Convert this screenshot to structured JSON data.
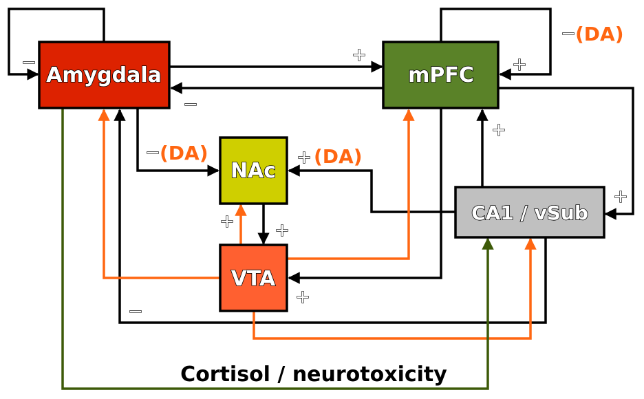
{
  "nodes": {
    "amygdala": {
      "label": "Amygdala",
      "color": "#dd2200"
    },
    "mpfc": {
      "label": "mPFC",
      "color": "#5a8228"
    },
    "nac": {
      "label": "NAc",
      "color": "#cfcf00"
    },
    "vta": {
      "label": "VTA",
      "color": "#ff6030"
    },
    "ca1": {
      "label": "CA1 / vSub",
      "color": "#c0c0c0"
    }
  },
  "edge_colors": {
    "neural": "#000000",
    "dopamine": "#ff6611",
    "cortisol": "#3d5a08"
  },
  "signs": {
    "amygdala_self": "−",
    "amygdala_to_mpfc": "+",
    "mpfc_to_amygdala": "−",
    "mpfc_self": "+",
    "ca1_to_mpfc": "+",
    "mpfc_to_ca1": "+",
    "nac_to_vta": "+",
    "vta_to_nac": "+",
    "mpfc_to_vta": "+",
    "ca1_to_amygdala": "−",
    "amygdala_to_nac": "−",
    "ca1_to_nac": "+",
    "mpfc_da": "−"
  },
  "da_labels": {
    "amygdala_to_nac": "(DA)",
    "ca1_to_nac": "(DA)",
    "mpfc_self": "(DA)"
  },
  "caption": "Cortisol / neurotoxicity"
}
